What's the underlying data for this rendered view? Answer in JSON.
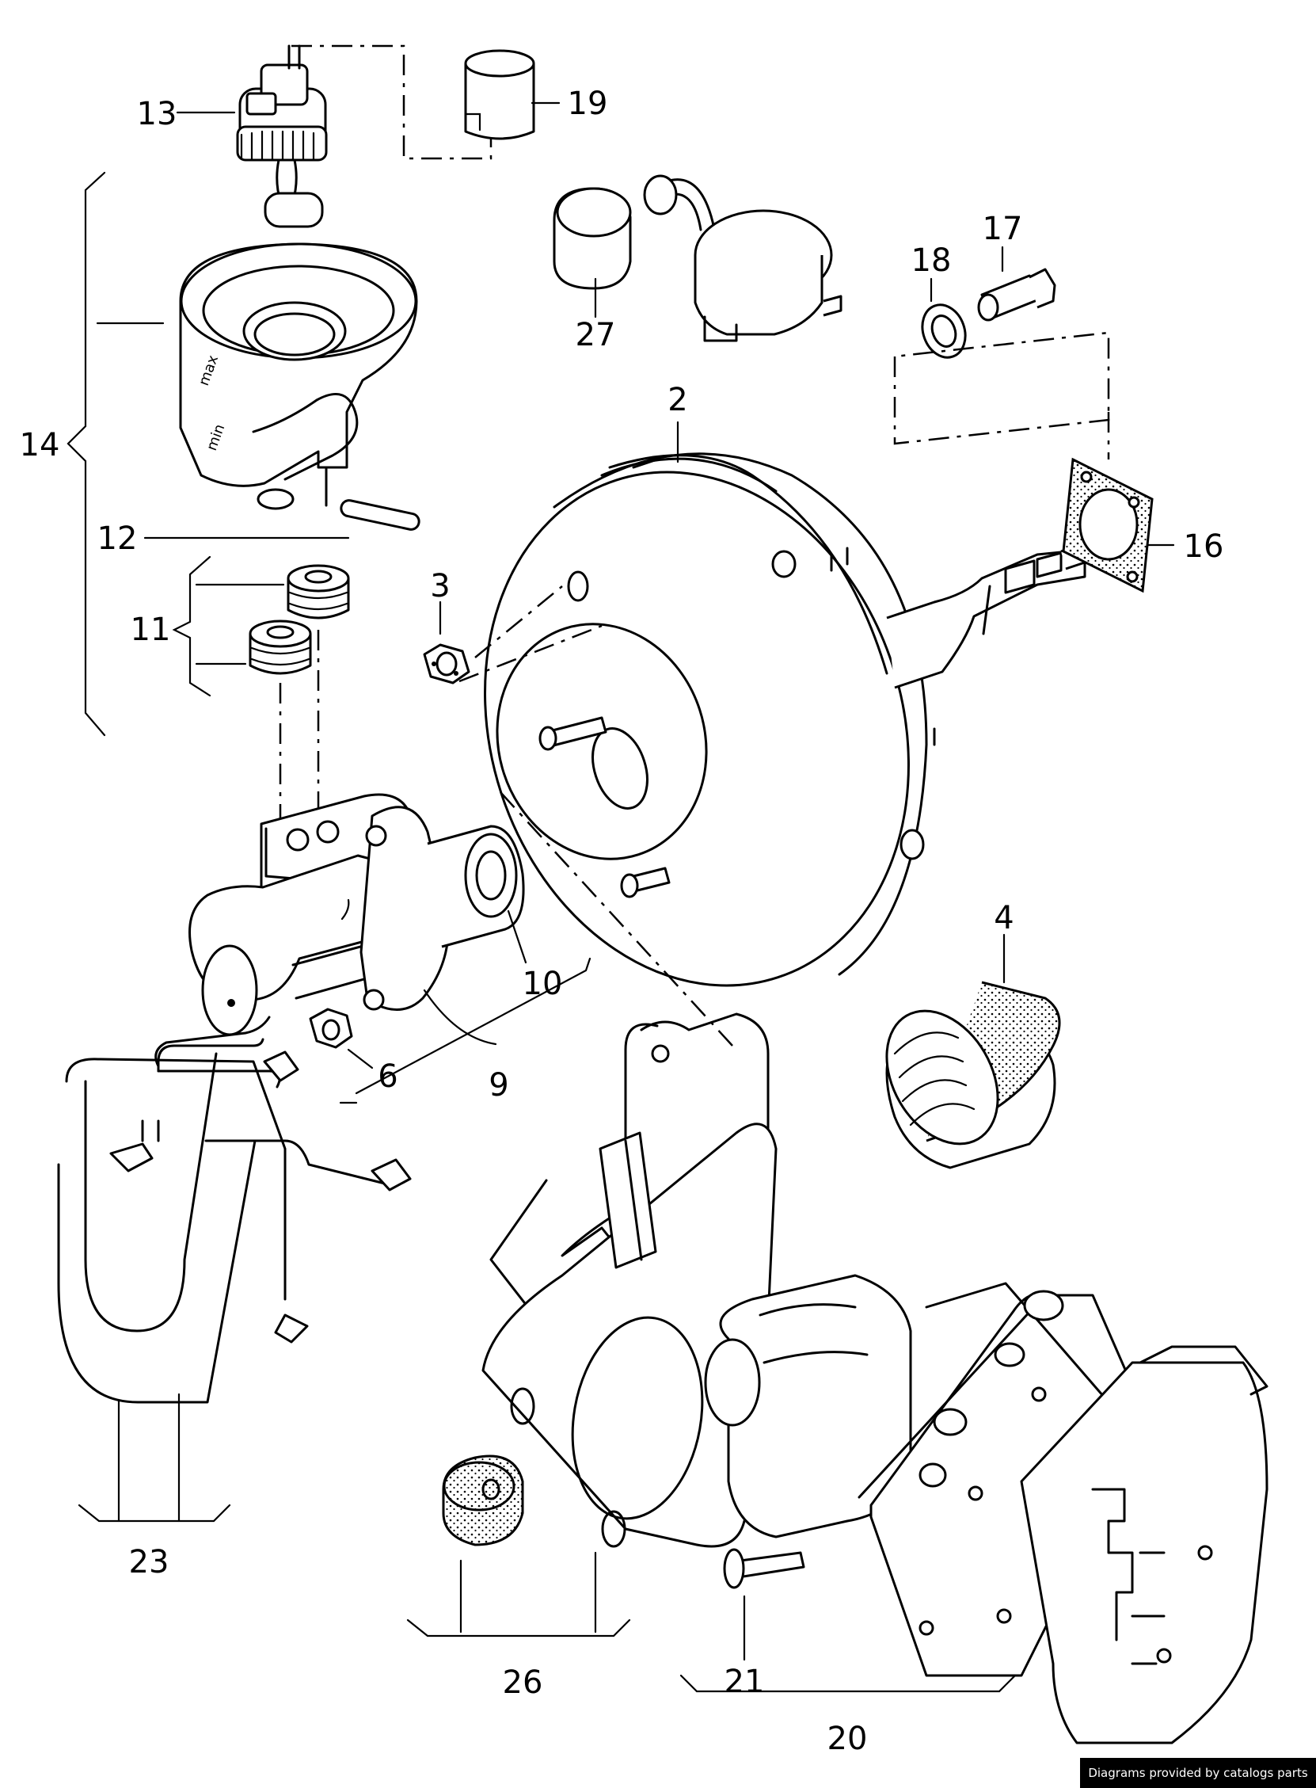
{
  "callouts": {
    "c2": "2",
    "c3": "3",
    "c4": "4",
    "c6": "6",
    "c9": "9",
    "c10": "10",
    "c11": "11",
    "c12": "12",
    "c13": "13",
    "c14": "14",
    "c16": "16",
    "c17": "17",
    "c18": "18",
    "c19": "19",
    "c20": "20",
    "c21": "21",
    "c23": "23",
    "c26": "26",
    "c27": "27"
  },
  "reservoir_marks": {
    "max": "max",
    "min": "min"
  },
  "credit": "Diagrams provided by catalogs parts"
}
